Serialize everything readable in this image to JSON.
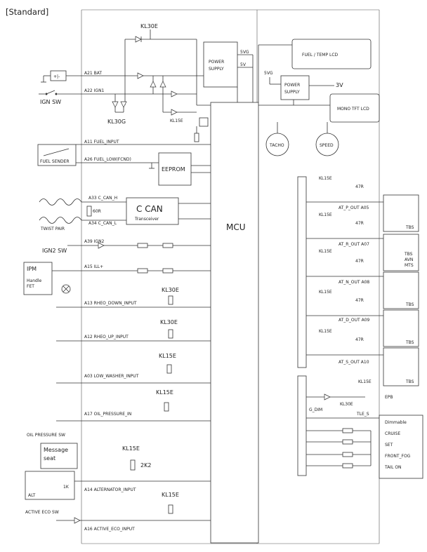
{
  "header": "[Standard]",
  "power": {
    "kl30e_top": "KL30E",
    "bat": "A21 BAT",
    "ign1": "A22 IGN1",
    "ign_sw": "IGN SW",
    "kl30g": "KL30G",
    "kl15e": "KL15E",
    "power_supply": [
      "POWER",
      "SUPPLY"
    ],
    "v5g": "5VG",
    "v5": "5V"
  },
  "displays": {
    "fuel_temp_lcd": "FUEL / TEMP LCD",
    "mono_tft_lcd": "MONO TFT LCD",
    "v5g": "5VG",
    "power_supply": [
      "POWER",
      "SUPPLY"
    ],
    "v3": "3V",
    "tacho": "TACHO",
    "speed": "SPEED"
  },
  "left": {
    "fuel_input": "A11 FUEL_INPUT",
    "fuel_sender": "FUEL SENDER",
    "fuel_low": "A26 FUEL_LOW(FCND)",
    "eeprom": "EEPROM",
    "can_h": "A33 C_CAN_H",
    "can_l": "A34 C_CAN_L",
    "twist_pair": "TWIST PAIR",
    "ccan": "C CAN",
    "transceiver": "Transceiver",
    "term_res": "60R",
    "ign2_pin": "A39 IGN2",
    "ign2_sw": "IGN2 SW",
    "ipm": "IPM",
    "handle_fet": [
      "Handle",
      "FET"
    ],
    "ill_pin": "A15 ILL+",
    "kl30e_1": "KL30E",
    "rheo_down": "A13 RHEO_DOWN_INPUT",
    "kl30e_2": "KL30E",
    "rheo_up": "A12 RHEO_UP_INPUT",
    "kl15e_1": "KL15E",
    "low_washer": "A03 LOW_WASHER_INPUT",
    "kl15e_2": "KL15E",
    "oil_pressure_pin": "A17 OIL_PRESSURE_IN",
    "oil_pressure_sw": "OIL PRESSURE SW",
    "message_seat": [
      "Message",
      "seat"
    ],
    "kl15e_3": "KL15E",
    "res_2k2": "2K2",
    "alt": "ALT",
    "res_1k": "1K",
    "alternator": "A14 ALTERNATOR_INPUT",
    "kl15e_4": "KL15E",
    "active_eco_sw": "ACTIVE ECO SW",
    "active_eco": "A16 ACTIVE_ECO_INPUT"
  },
  "mcu": "MCU",
  "right": {
    "outputs": [
      {
        "kl": "KL15E",
        "res": "47R",
        "pin": "AT_P_OUT A05",
        "load": [
          "TBS"
        ]
      },
      {
        "kl": "KL15E",
        "res": "47R",
        "pin": "AT_R_OUT A07",
        "load": [
          "TBS",
          "AVN",
          "MTS"
        ]
      },
      {
        "kl": "KL15E",
        "res": "47R",
        "pin": "AT_N_OUT A08",
        "load": [
          "TBS"
        ]
      },
      {
        "kl": "KL15E",
        "res": "47R",
        "pin": "AT_D_OUT A09",
        "load": [
          "TBS"
        ]
      },
      {
        "kl": "KL15E",
        "res": "47R",
        "pin": "AT_S_OUT A10",
        "load": [
          "TBS"
        ]
      }
    ],
    "epb": "EPB",
    "kl15e_led": "KL15E",
    "kl30e_tle": "KL30E",
    "g_dim": "G_DIM",
    "tle_s": "TLE_S",
    "dimmable_title": "Dimmable",
    "dimmable_items": [
      "CRUISE",
      "SET",
      "FRONT_FOG",
      "TAIL ON"
    ]
  }
}
